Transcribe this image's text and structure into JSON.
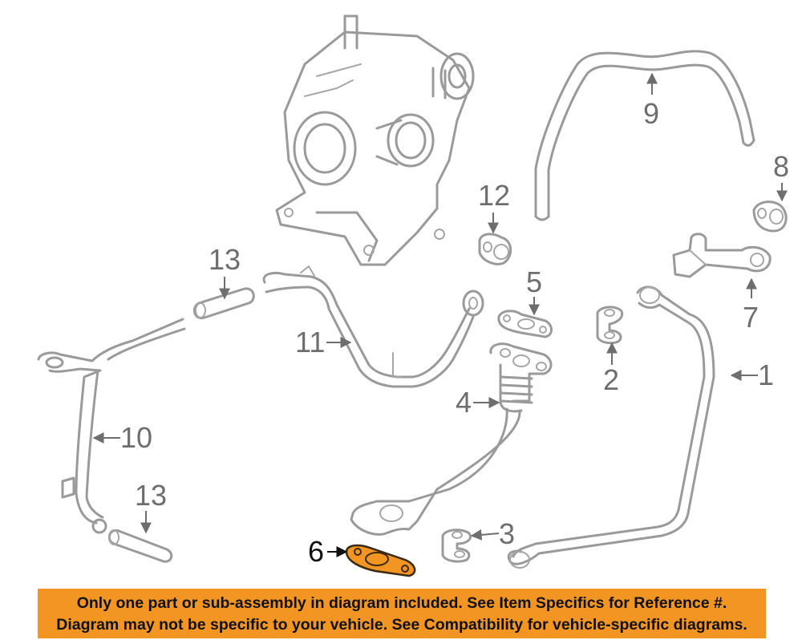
{
  "diagram": {
    "highlight_color": "#f39522",
    "highlighted_callout": "6",
    "callouts": {
      "c1": "1",
      "c2": "2",
      "c3": "3",
      "c4": "4",
      "c5": "5",
      "c6": "6",
      "c7": "7",
      "c8": "8",
      "c9": "9",
      "c10": "10",
      "c11": "11",
      "c12": "12",
      "c13a": "13",
      "c13b": "13"
    }
  },
  "banner": {
    "line1": "Only one part or sub-assembly in diagram included. See Item Specifics for Reference #.",
    "line2": "Diagram may not be specific to your vehicle. See Compatibility for vehicle-specific diagrams.",
    "background": "#f39522"
  }
}
